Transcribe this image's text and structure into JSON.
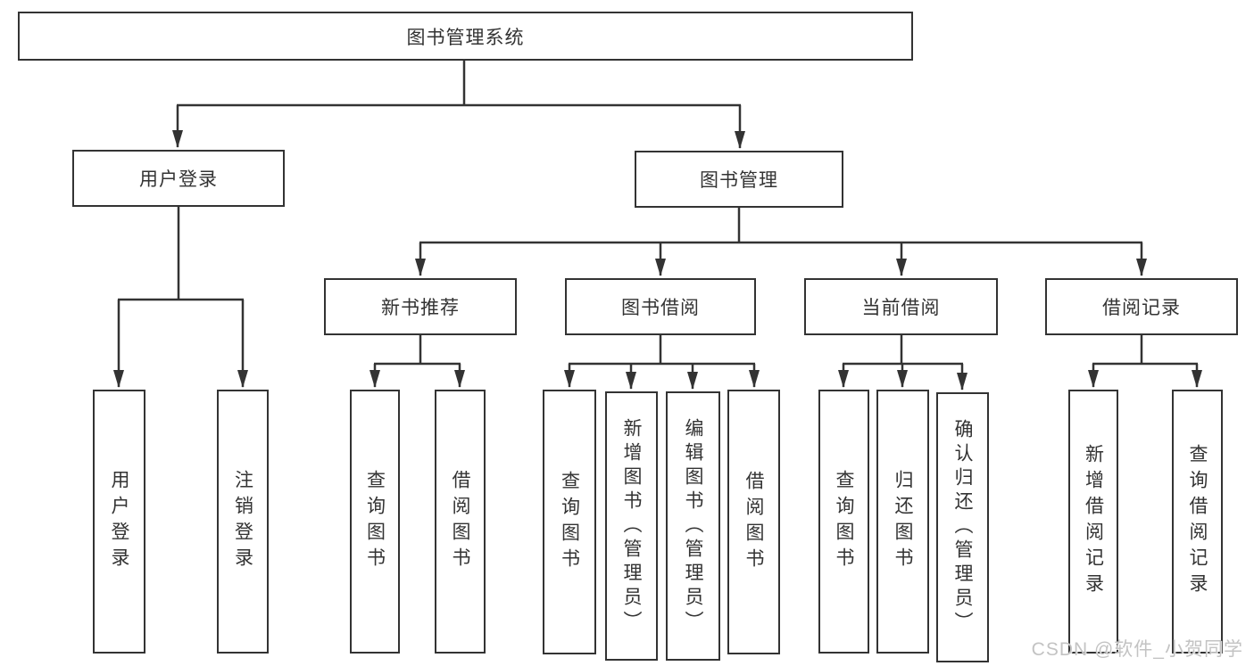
{
  "diagram": {
    "watermark": "CSDN @软件_小贺同学",
    "colors": {
      "line": "#333333",
      "box_border": "#333333",
      "box_background": "#ffffff",
      "text": "#333333",
      "watermark": "#c3c3c3"
    },
    "root": {
      "label": "图书管理系统"
    },
    "branches": [
      {
        "label": "用户登录",
        "children": [
          {
            "label": "用户登录"
          },
          {
            "label": "注销登录"
          }
        ]
      },
      {
        "label": "图书管理",
        "children": [
          {
            "label": "新书推荐",
            "children": [
              {
                "label": "查询图书"
              },
              {
                "label": "借阅图书"
              }
            ]
          },
          {
            "label": "图书借阅",
            "children": [
              {
                "label": "查询图书"
              },
              {
                "label": "新增图书（管理员）"
              },
              {
                "label": "编辑图书（管理员）"
              },
              {
                "label": "借阅图书"
              }
            ]
          },
          {
            "label": "当前借阅",
            "children": [
              {
                "label": "查询图书"
              },
              {
                "label": "归还图书"
              },
              {
                "label": "确认归还（管理员）"
              }
            ]
          },
          {
            "label": "借阅记录",
            "children": [
              {
                "label": "新增借阅记录"
              },
              {
                "label": "查询借阅记录"
              }
            ]
          }
        ]
      }
    ]
  }
}
